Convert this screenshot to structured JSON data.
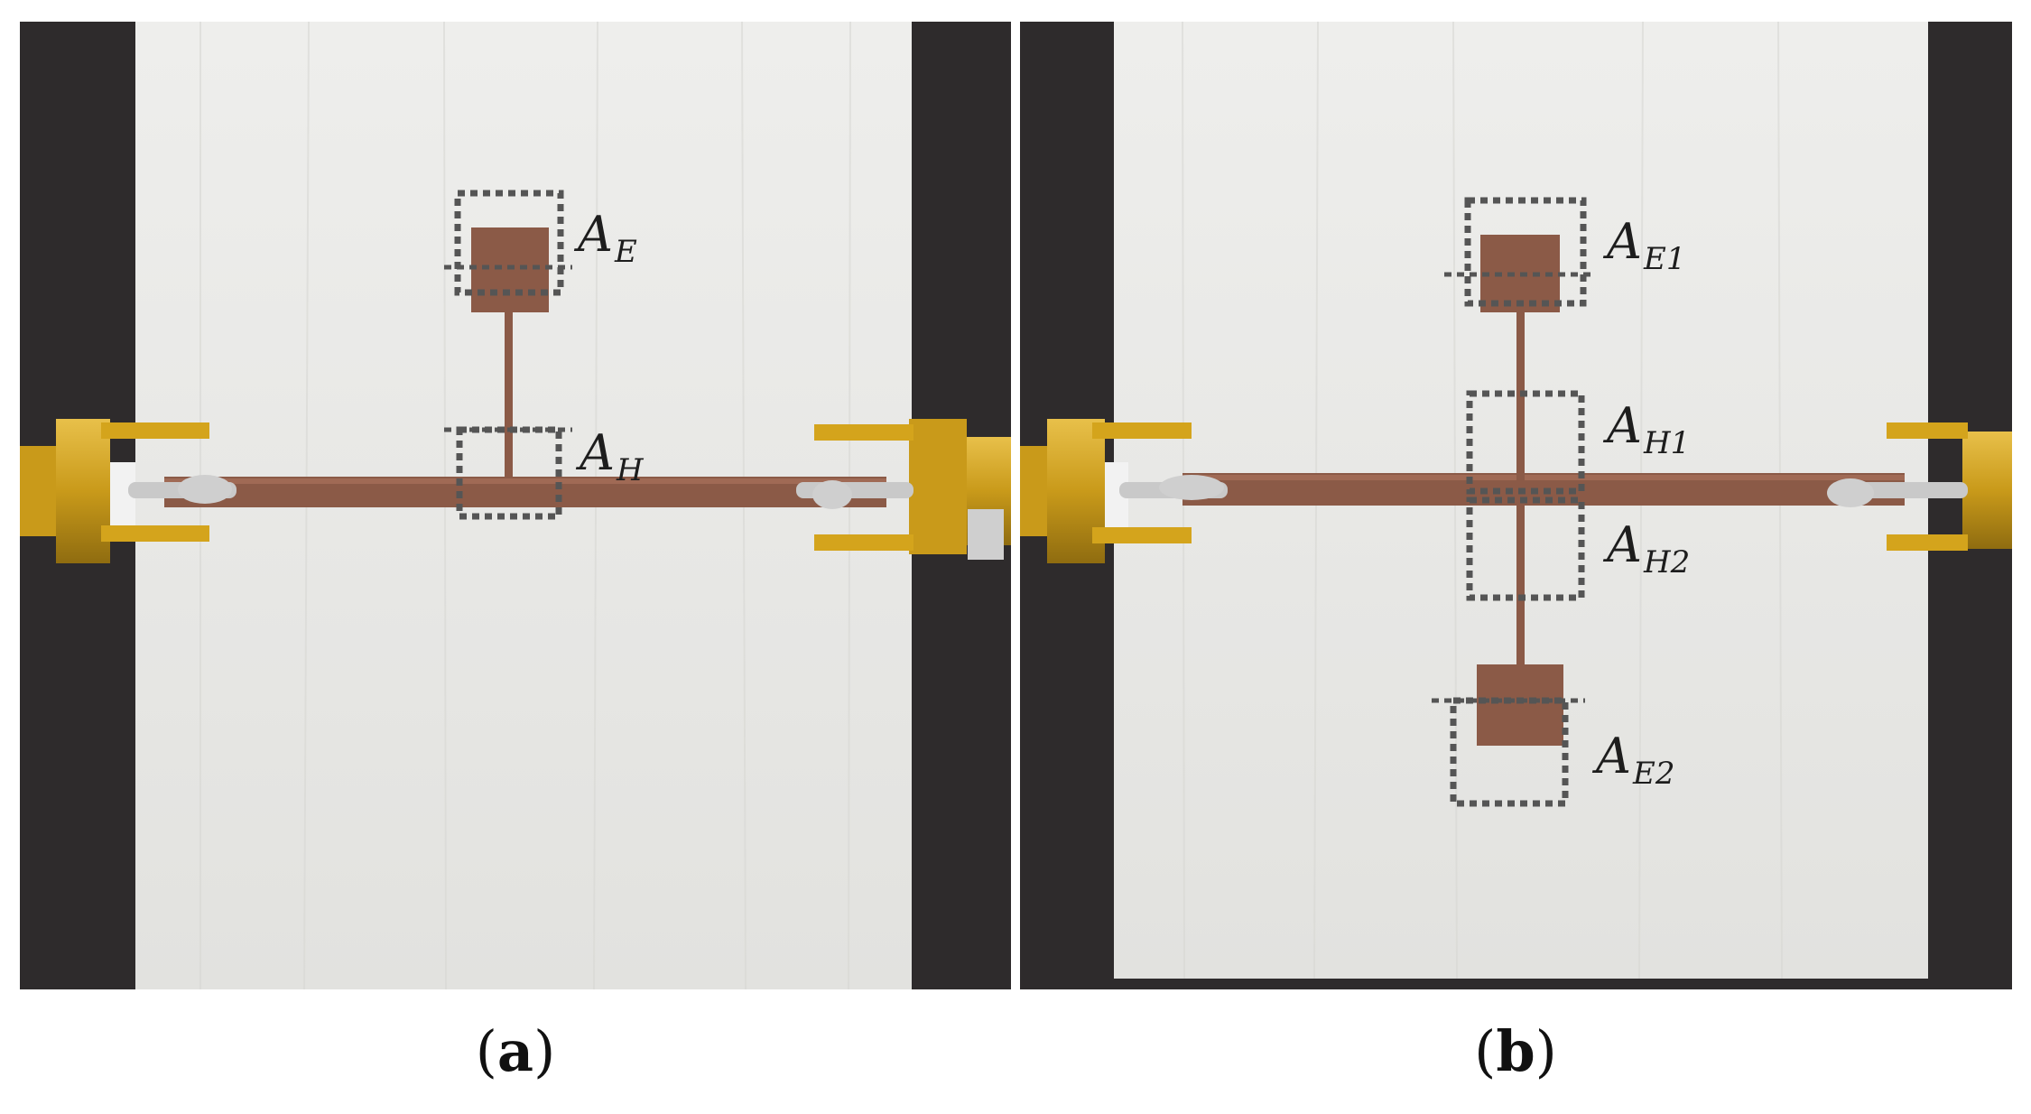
{
  "figure": {
    "panels": [
      {
        "id": "a",
        "caption_paren_open": "(",
        "caption_letter": "a",
        "caption_paren_close": ")",
        "annotations": [
          {
            "main": "A",
            "sub": "E"
          },
          {
            "main": "A",
            "sub": "H"
          }
        ]
      },
      {
        "id": "b",
        "caption_paren_open": "(",
        "caption_letter": "b",
        "caption_paren_close": ")",
        "annotations": [
          {
            "main": "A",
            "sub": "E1"
          },
          {
            "main": "A",
            "sub": "H1"
          },
          {
            "main": "A",
            "sub": "H2"
          },
          {
            "main": "A",
            "sub": "E2"
          }
        ]
      }
    ],
    "colors": {
      "background_table": "#2e2b2c",
      "substrate": "#e9e9e6",
      "copper_trace": "#8b5a47",
      "copper_highlight": "#a06a55",
      "connector_gold": "#d4a41c",
      "connector_dark": "#9a7410",
      "dotted_box": "#555555",
      "solder": "#cfcfcf"
    },
    "icons": [
      "sma-connector-left",
      "sma-connector-right",
      "copper-pad",
      "dotted-region-box"
    ]
  }
}
